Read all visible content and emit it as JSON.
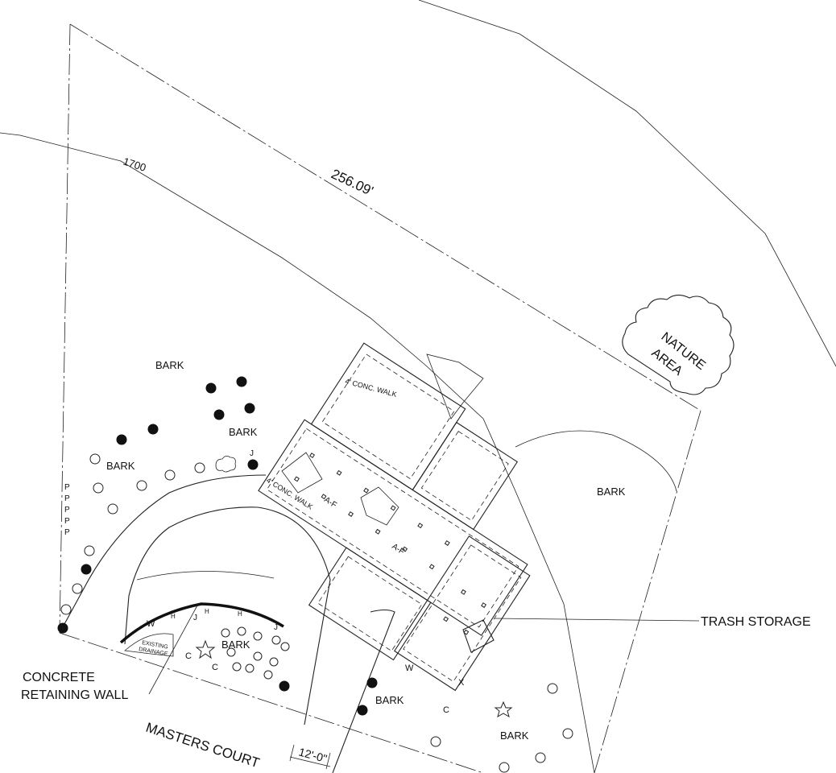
{
  "labels": {
    "contour": "1700",
    "property_line": "256.09'",
    "nature_line1": "NATURE",
    "nature_line2": "AREA",
    "bark": "BARK",
    "walk_upper": "4' CONC. WALK",
    "walk_lower": "4' CONC. WALK",
    "trash": "TRASH STORAGE",
    "retaining_line1": "CONCRETE",
    "retaining_line2": "RETAINING WALL",
    "street": "MASTERS COURT",
    "drive_width": "12'-0\"",
    "existing_line1": "EXISTING",
    "existing_line2": "DRAINAGE",
    "af": "A-F",
    "plant_j": "J",
    "plant_w": "W",
    "plant_c": "C",
    "plant_x": "X",
    "plant_h": "H",
    "plant_p": "P"
  }
}
